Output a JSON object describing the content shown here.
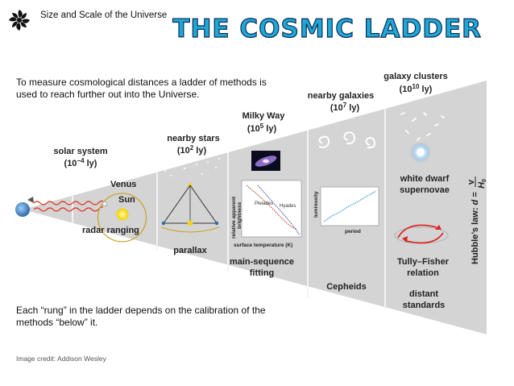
{
  "header": {
    "caption": "Size and Scale of the Universe",
    "title": "THE COSMIC LADDER"
  },
  "intro_text": "To measure cosmological distances a ladder of methods is used to reach further out into the Universe.",
  "rung_note": "Each “rung” in the ladder depends on the calibration of the methods “below” it.",
  "credit": "Image credit: Addison Wesley",
  "diagram": {
    "solar_system": {
      "title": "solar system",
      "scale": "(10",
      "exp": "−4",
      "unit": " ly)"
    },
    "venus": "Venus",
    "sun": "Sun",
    "radar": "radar ranging",
    "nearby_stars": {
      "title": "nearby stars",
      "scale": "(10",
      "exp": "2",
      "unit": " ly)"
    },
    "parallax": "parallax",
    "milky_way": {
      "title": "Milky Way",
      "scale": "(10",
      "exp": "5",
      "unit": " ly)"
    },
    "ms_fitting": {
      "line1": "main-sequence",
      "line2": "fitting"
    },
    "hr_ylabel1": "relative apparent",
    "hr_ylabel2": "brightness",
    "hr_xlabel": "surface temperature (K)",
    "hr_curve1": "Pleiades",
    "hr_curve2": "Hyades",
    "nearby_galaxies": {
      "title": "nearby galaxies",
      "scale": "(10",
      "exp": "7",
      "unit": " ly)"
    },
    "cepheid_ylabel": "luminosity",
    "cepheid_xlabel": "period",
    "cepheids": "Cepheids",
    "galaxy_clusters": {
      "title": "galaxy clusters",
      "scale": "(10",
      "exp": "10",
      "unit": " ly)"
    },
    "white_dwarf": {
      "line1": "white dwarf",
      "line2": "supernovae"
    },
    "tully_fisher": {
      "line1": "Tully–Fisher",
      "line2": "relation"
    },
    "distant": {
      "line1": "distant",
      "line2": "standards"
    },
    "hubble": {
      "prefix": "Hubble’s law: ",
      "var": "d",
      "eq": " = ",
      "num": "v",
      "den": "H",
      "sub": "0"
    }
  },
  "colors": {
    "title_fill": "#1fa7d6",
    "title_outline": "#0a2b55",
    "wedge": "#d4d4d4"
  }
}
